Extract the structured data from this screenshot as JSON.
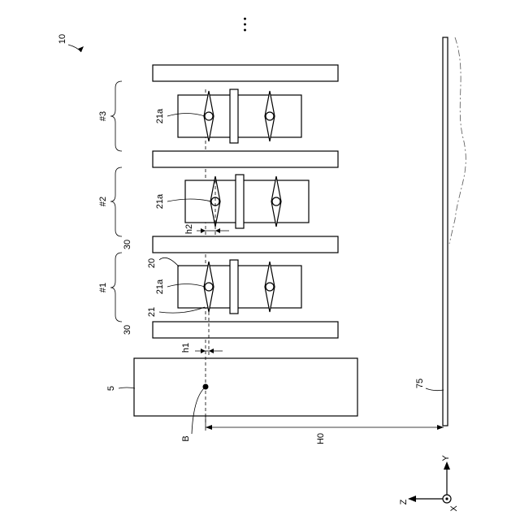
{
  "figure": {
    "ref_device": "10",
    "ref_base": "5",
    "ref_point": "B",
    "ref_floor": "75",
    "ref_height": "H0",
    "ref_h1": "h1",
    "ref_h2": "h2",
    "ref_member": "20",
    "ref_element": "21",
    "ref_element_a": "21a",
    "ref_spacer": "30",
    "groups": [
      "#1",
      "#2",
      "#3"
    ],
    "continuation": "• • •"
  },
  "axes": {
    "y": "Y",
    "z": "Z",
    "x": "X"
  }
}
